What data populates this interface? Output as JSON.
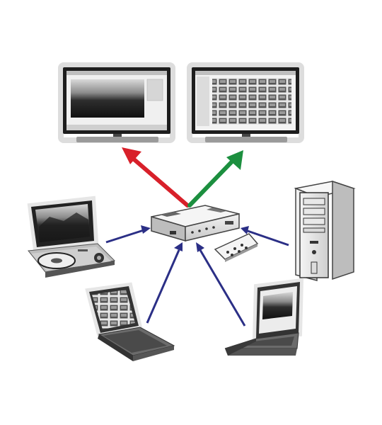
{
  "diagram": {
    "type": "av-matrix-switch-topology",
    "hub": {
      "icon": "hdmi-switch-icon",
      "remote_icon": "remote-control-icon"
    },
    "outputs": [
      {
        "icon": "monitor-icon",
        "content": "landscape-photo",
        "arrow_color": "#d8202a"
      },
      {
        "icon": "monitor-icon",
        "content": "photo-gallery",
        "arrow_color": "#1c8f3f"
      }
    ],
    "inputs": [
      {
        "icon": "portable-dvd-player-icon",
        "arrow_color": "#2b2f86"
      },
      {
        "icon": "laptop-icon",
        "content": "photo-gallery",
        "arrow_color": "#2b2f86"
      },
      {
        "icon": "laptop-icon",
        "content": "landscape-photo",
        "arrow_color": "#2b2f86"
      },
      {
        "icon": "desktop-tower-icon",
        "arrow_color": "#2b2f86"
      }
    ],
    "colors": {
      "output_a": "#d8202a",
      "output_b": "#1c8f3f",
      "input": "#2b2f86"
    }
  }
}
